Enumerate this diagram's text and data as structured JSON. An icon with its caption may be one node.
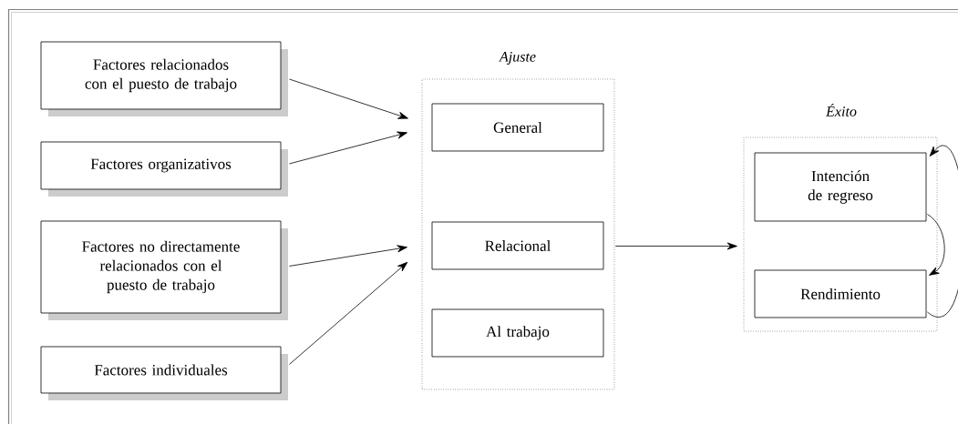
{
  "diagram": {
    "nodes": [
      {
        "text": [
          "Factores relacionados con el puesto de trabajo"
        ]
      },
      {
        "text": [
          "Factores organizativos"
        ]
      },
      {
        "text": [
          "Factores no directamente relacionados con el puesto de trabajo"
        ]
      },
      {
        "text": [
          "Factores individuales"
        ]
      },
      {
        "text": [
          "Ajuste"
        ]
      },
      {
        "text": [
          "General"
        ],
        "in": 4
      },
      {
        "text": [
          "Relacional"
        ],
        "in": 4
      },
      {
        "text": [
          "Al trabajo"
        ],
        "in": 4
      },
      {
        "text": [
          "Éxito"
        ]
      },
      {
        "text": [
          "Intención de regreso"
        ],
        "in": 8
      },
      {
        "text": [
          "Rendimiento"
        ],
        "in": 8
      }
    ],
    "edges": [
      {
        "from": 0,
        "to": 4,
        "arrow": "to"
      },
      {
        "from": 1,
        "to": 4,
        "arrow": "to"
      },
      {
        "from": 2,
        "to": 4,
        "arrow": "to"
      },
      {
        "from": 3,
        "to": 4,
        "arrow": "to"
      },
      {
        "from": 4,
        "to": 8,
        "arrow": "to"
      },
      {
        "from": 9,
        "to": 10,
        "arrow": "to"
      },
      {
        "from": 10,
        "to": 9,
        "arrow": "to"
      }
    ]
  }
}
